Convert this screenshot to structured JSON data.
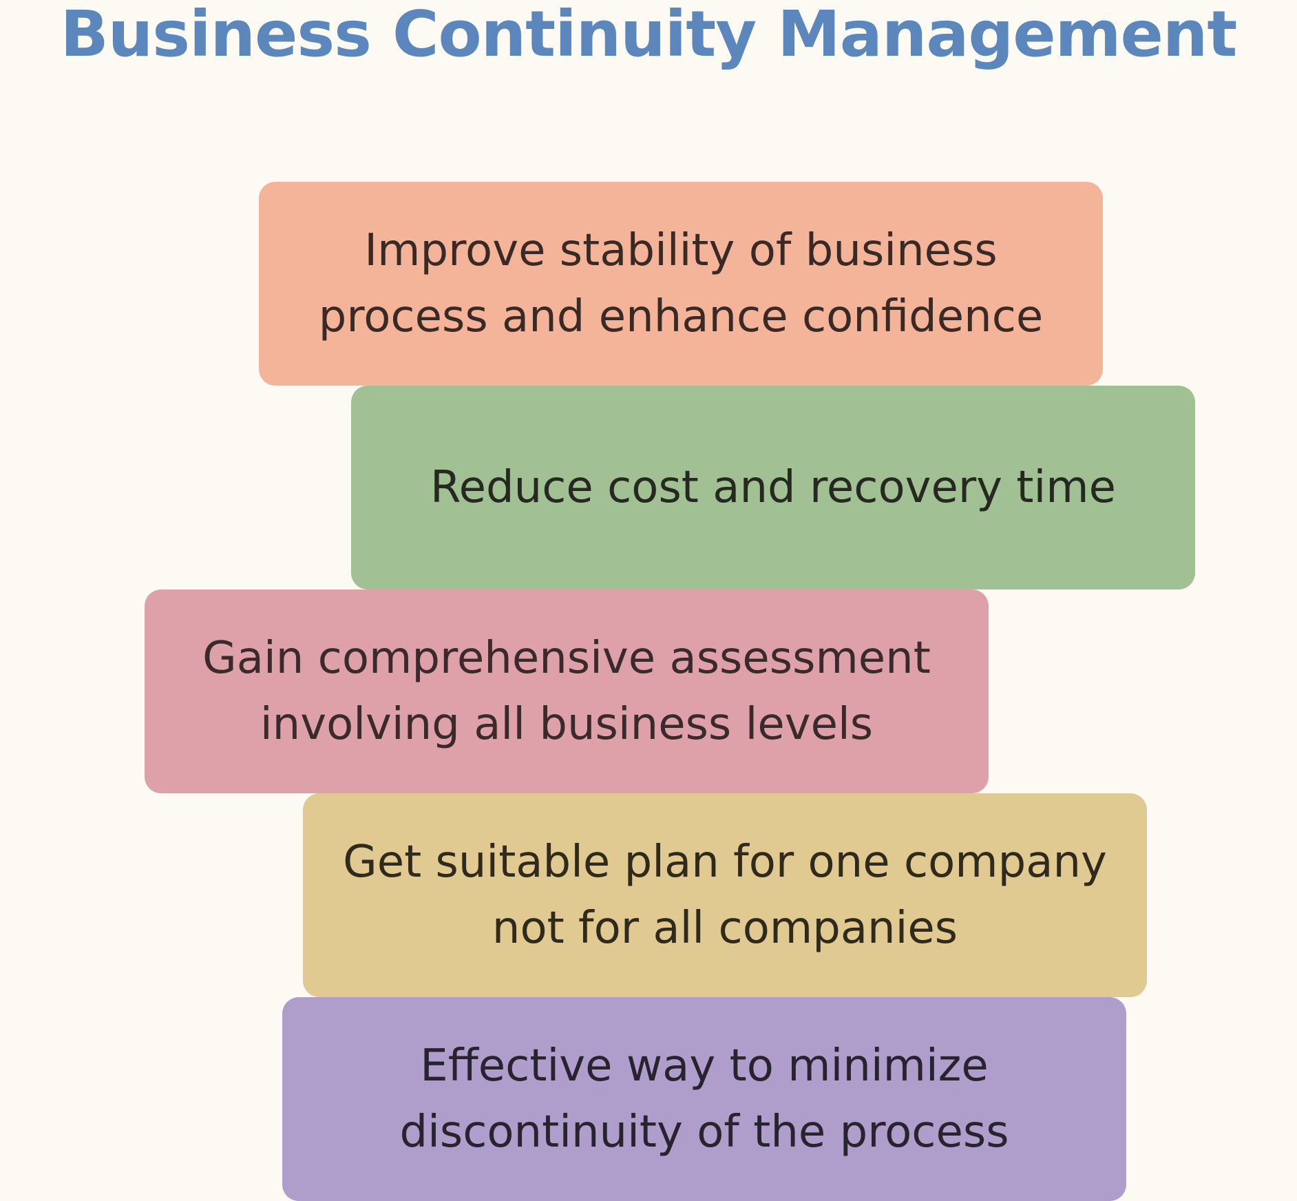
{
  "title": "Business Continuity Management",
  "title_color": "#5b87bd",
  "blocks": [
    {
      "text": "Improve stability of business\nprocess and enhance confidence",
      "color": "#f4b49a",
      "text_color": "#3a2a26"
    },
    {
      "text": "Reduce cost and recovery time",
      "color": "#a1c195",
      "text_color": "#25291f"
    },
    {
      "text": "Gain comprehensive assessment\ninvolving all business levels",
      "color": "#dea1a9",
      "text_color": "#3a2a2b"
    },
    {
      "text": "Get suitable plan for one company\nnot for all companies",
      "color": "#e0ca92",
      "text_color": "#302a1d"
    },
    {
      "text": "Effective way to minimize\ndiscontinuity of the process",
      "color": "#af9ecb",
      "text_color": "#29232f"
    }
  ]
}
